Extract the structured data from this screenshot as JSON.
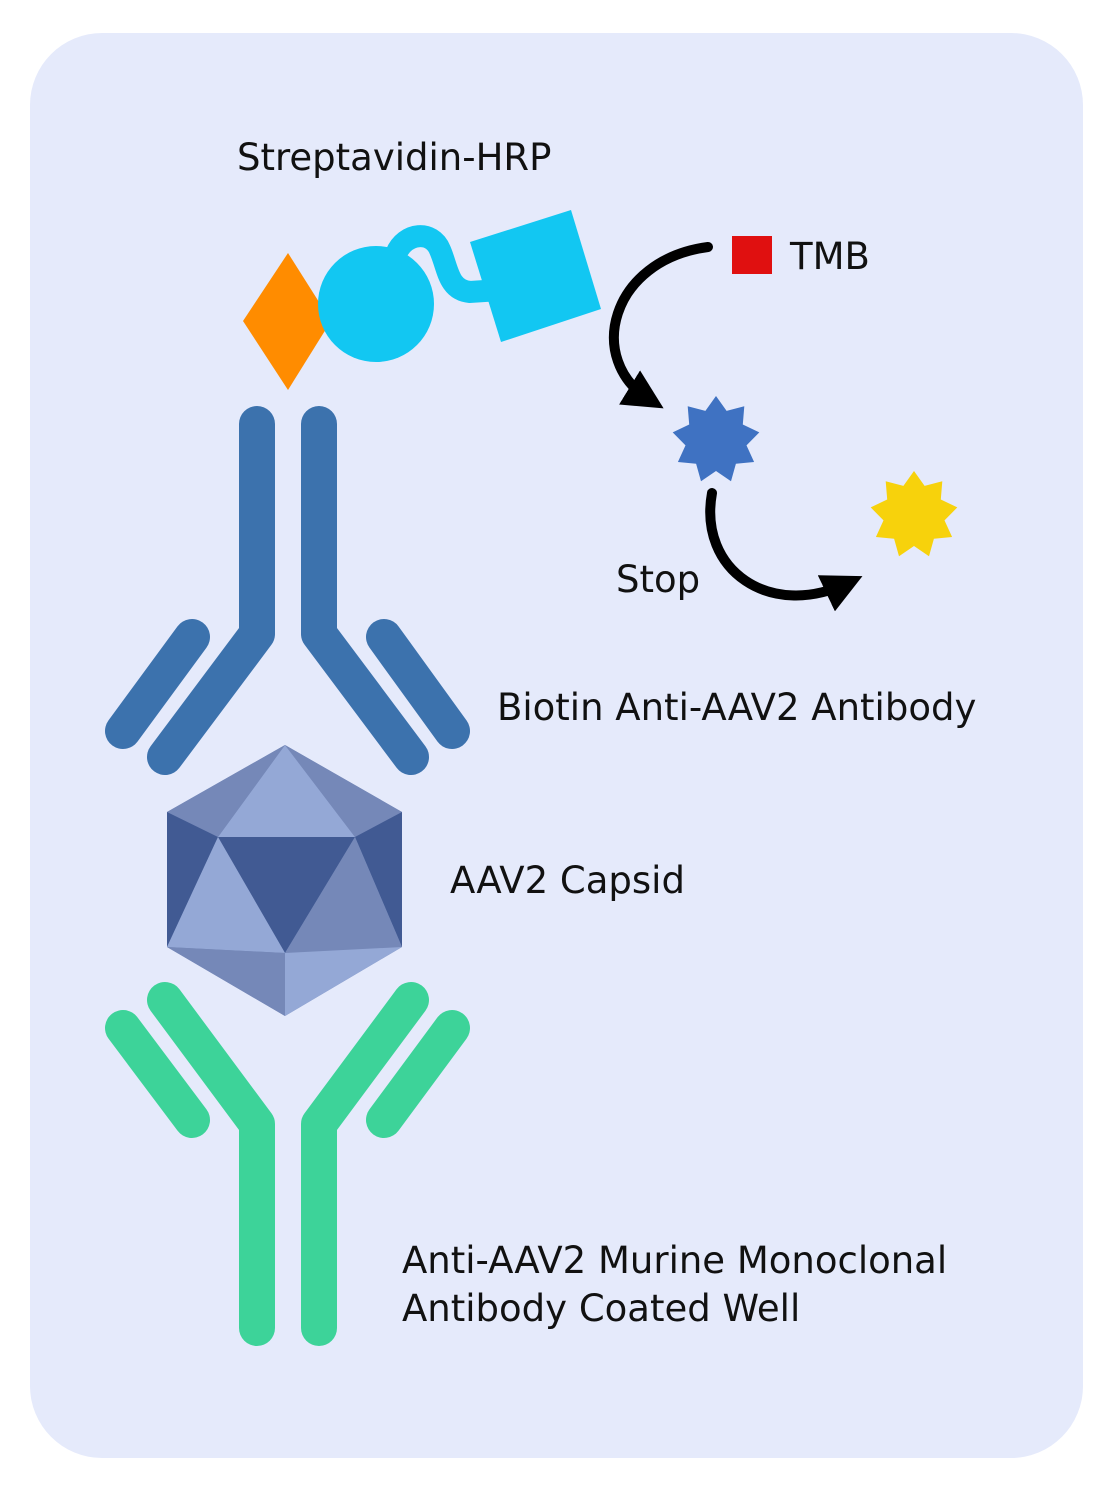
{
  "labels": {
    "streptavidin_hrp": "Streptavidin-HRP",
    "tmb": "TMB",
    "stop": "Stop",
    "biotin_antibody": "Biotin Anti-AAV2 Antibody",
    "capsid": "AAV2 Capsid",
    "coated_well_line1": "Anti-AAV2 Murine Monoclonal",
    "coated_well_line2": "Antibody Coated Well"
  },
  "colors": {
    "background_panel": "#e5eafb",
    "biotin": "#ff8c00",
    "streptavidin_hrp": "#12c7f2",
    "tmb": "#e01010",
    "oxidized_product": "#3f72c2",
    "stopped_product": "#f7d20c",
    "detection_antibody": "#3c72ad",
    "capture_antibody": "#3dd399",
    "capsid_dark": "#415a93",
    "capsid_mid": "#7588b8",
    "capsid_light": "#94a8d6",
    "arrow": "#000000"
  },
  "icons": {
    "biotin": "orange-diamond-icon",
    "streptavidin": "blue-circle-icon",
    "hrp": "blue-square-icon",
    "tmb": "red-square-icon",
    "oxidized_tmb": "blue-starburst-icon",
    "stopped_product": "yellow-starburst-icon",
    "capsid": "icosahedron-icon"
  }
}
